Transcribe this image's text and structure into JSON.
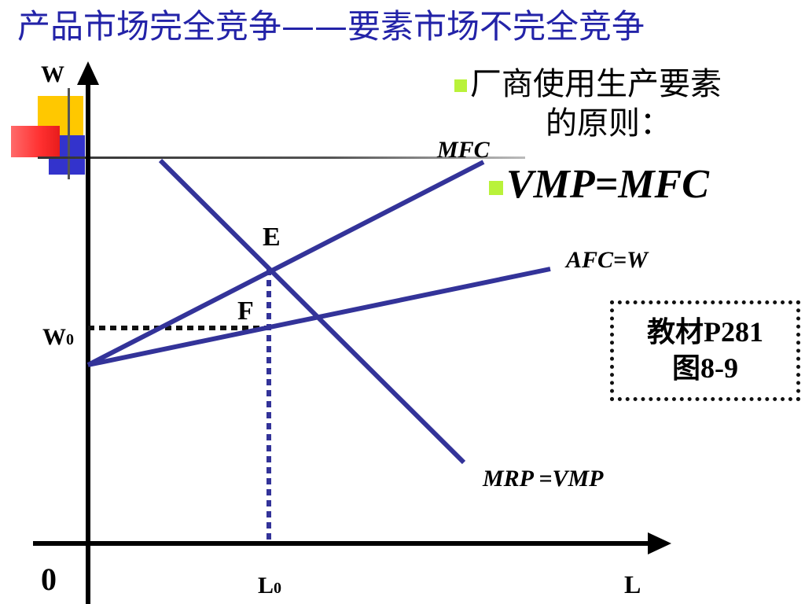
{
  "title": "产品市场完全竞争——要素市场不完全竞争",
  "axes": {
    "y_label": "W",
    "x_label": "L",
    "origin_label": "0",
    "w0_label": "W",
    "w0_subscript": "0",
    "l0_label": "L",
    "l0_subscript": "0"
  },
  "curves": {
    "mfc_label": "MFC",
    "afc_label": "AFC=W",
    "mrp_label": "MRP =VMP"
  },
  "points": {
    "e_label": "E",
    "f_label": "F"
  },
  "principle": {
    "line1": "厂商使用生产要素",
    "line2": "的原则：",
    "formula": "VMP=MFC"
  },
  "reference": {
    "line1": "教材P281",
    "line2": "图8-9"
  },
  "colors": {
    "title": "#2323a8",
    "curve": "#333399",
    "bullet": "#b9f23a"
  }
}
